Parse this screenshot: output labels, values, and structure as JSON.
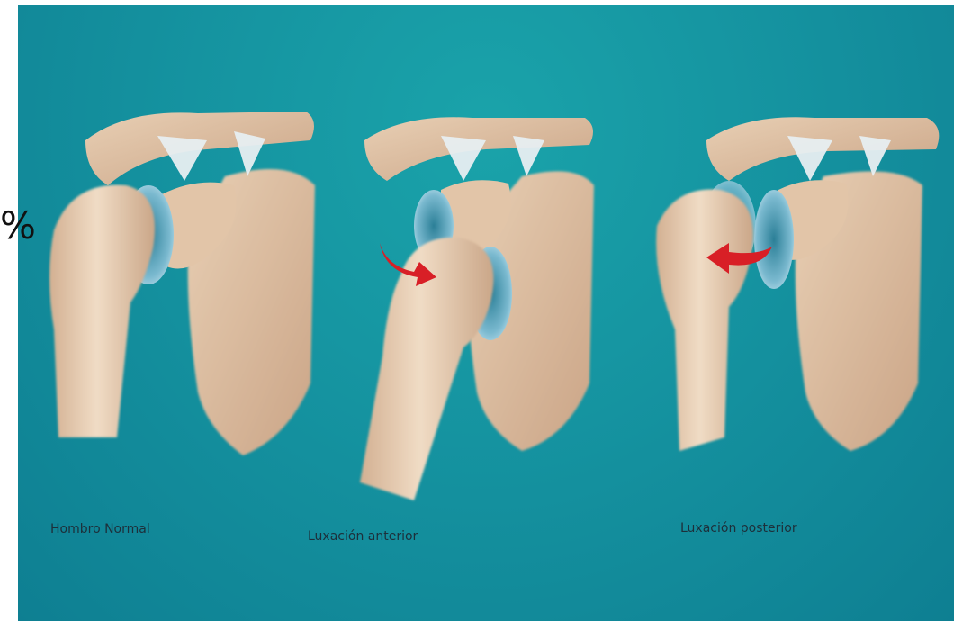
{
  "edge_text": "%",
  "captions": {
    "normal": "Hombro Normal",
    "anterior": "Luxación anterior",
    "posterior": "Luxación posterior"
  },
  "colors": {
    "background": "#1593a0",
    "bone": "#e7ccb0",
    "bone_shadow": "#c9a586",
    "cartilage": "#8fc6d8",
    "ligament": "#e6eef2",
    "arrow": "#d81f26"
  }
}
